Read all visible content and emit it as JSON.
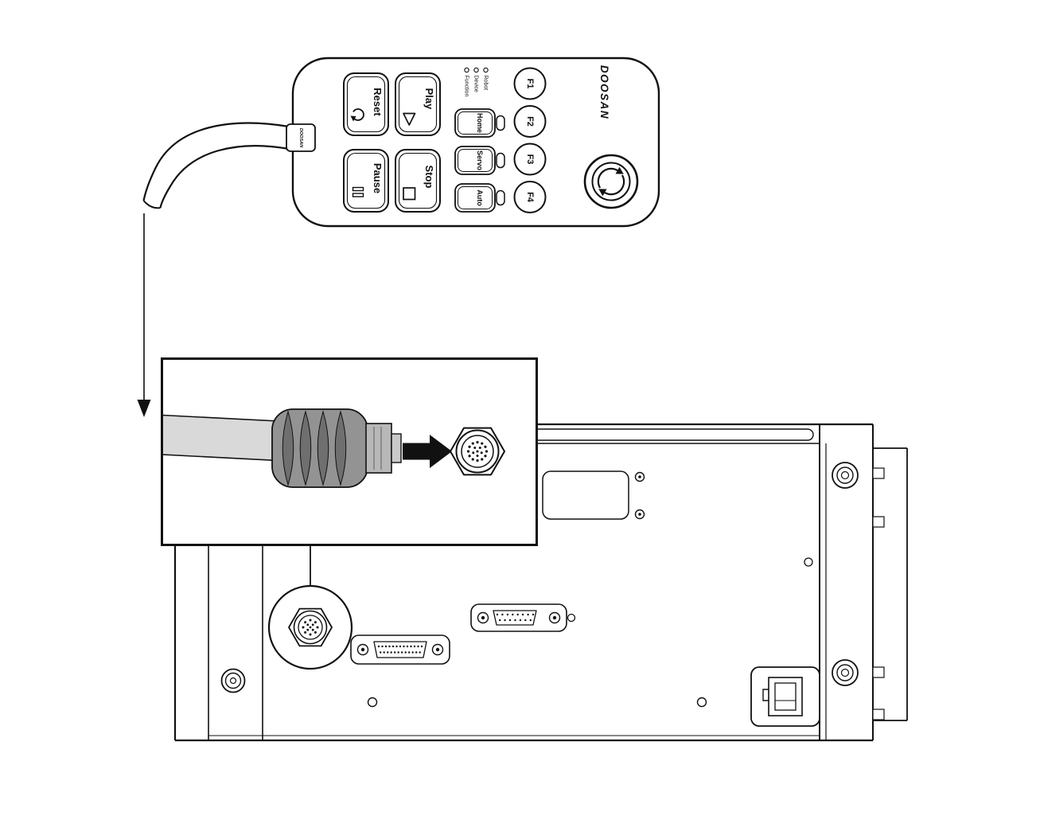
{
  "pendant": {
    "brand": "DOOSAN",
    "gland_label": "DOOSAN",
    "buttons": {
      "reset": "Reset",
      "play": "Play",
      "pause": "Pause",
      "stop": "Stop",
      "home": "Home",
      "servo": "Servo",
      "auto": "Auto",
      "f1": "F1",
      "f2": "F2",
      "f3": "F3",
      "f4": "F4"
    },
    "leds": [
      {
        "label": "Robot"
      },
      {
        "label": "Device"
      },
      {
        "label": "Function"
      }
    ]
  },
  "colors": {
    "line": "#111111",
    "background": "#ffffff",
    "cable_sleeve": "#d9d9d9",
    "connector_boot": "#939393",
    "boot_ridge": "#6f6f6f",
    "collar": "#b8b8b8",
    "plug_tip": "#c9c9c9",
    "arrow": "#111111"
  }
}
